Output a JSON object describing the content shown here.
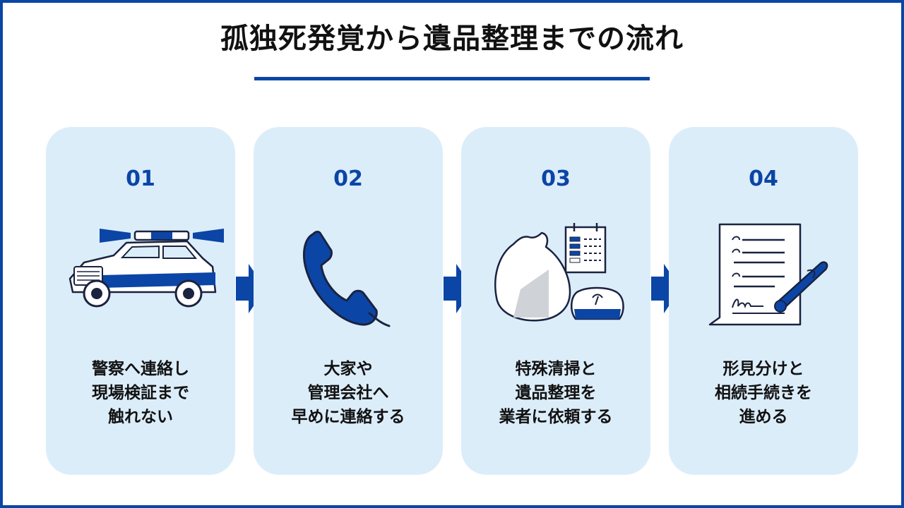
{
  "title": "孤独死発覚から遺品整理までの流れ",
  "colors": {
    "accent": "#0b45a6",
    "card_bg": "#dcedfa",
    "text": "#111111"
  },
  "steps": [
    {
      "number": "01",
      "icon": "police-car-icon",
      "lines": [
        "警察へ連絡し",
        "現場検証まで",
        "触れない"
      ]
    },
    {
      "number": "02",
      "icon": "phone-handset-icon",
      "lines": [
        "大家や",
        "管理会社へ",
        "早めに連絡する"
      ]
    },
    {
      "number": "03",
      "icon": "garbage-bags-calendar-icon",
      "lines": [
        "特殊清掃と",
        "遺品整理を",
        "業者に依頼する"
      ]
    },
    {
      "number": "04",
      "icon": "document-signature-icon",
      "lines": [
        "形見分けと",
        "相続手続きを",
        "進める"
      ]
    }
  ]
}
